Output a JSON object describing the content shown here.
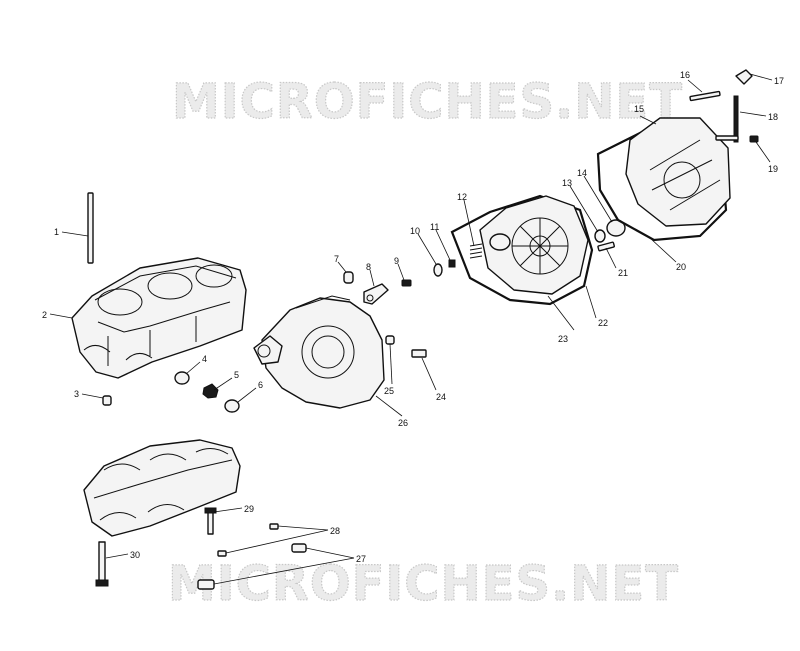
{
  "watermark": {
    "top": "MICROFICHES.NET",
    "bottom": "MICROFICHES.NET"
  },
  "callouts": [
    {
      "id": "1",
      "label": "1"
    },
    {
      "id": "2",
      "label": "2"
    },
    {
      "id": "3",
      "label": "3"
    },
    {
      "id": "4",
      "label": "4"
    },
    {
      "id": "5",
      "label": "5"
    },
    {
      "id": "6",
      "label": "6"
    },
    {
      "id": "7",
      "label": "7"
    },
    {
      "id": "8",
      "label": "8"
    },
    {
      "id": "9",
      "label": "9"
    },
    {
      "id": "10",
      "label": "10"
    },
    {
      "id": "11",
      "label": "11"
    },
    {
      "id": "12",
      "label": "12"
    },
    {
      "id": "13",
      "label": "13"
    },
    {
      "id": "14",
      "label": "14"
    },
    {
      "id": "15",
      "label": "15"
    },
    {
      "id": "16",
      "label": "16"
    },
    {
      "id": "17",
      "label": "17"
    },
    {
      "id": "18",
      "label": "18"
    },
    {
      "id": "19",
      "label": "19"
    },
    {
      "id": "20",
      "label": "20"
    },
    {
      "id": "21",
      "label": "21"
    },
    {
      "id": "22",
      "label": "22"
    },
    {
      "id": "23",
      "label": "23"
    },
    {
      "id": "24",
      "label": "24"
    },
    {
      "id": "25",
      "label": "25"
    },
    {
      "id": "26",
      "label": "26"
    },
    {
      "id": "27",
      "label": "27"
    },
    {
      "id": "28",
      "label": "28"
    },
    {
      "id": "29",
      "label": "29"
    },
    {
      "id": "30",
      "label": "30"
    }
  ]
}
